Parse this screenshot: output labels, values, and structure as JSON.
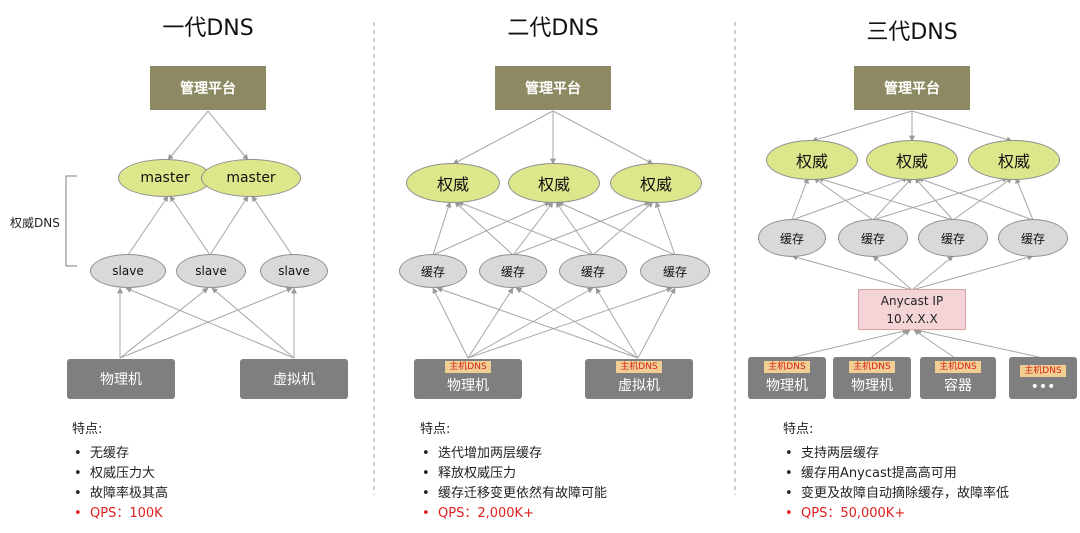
{
  "columns": [
    {
      "title": "一代DNS",
      "mgmt": "管理平台",
      "auth_nodes": [
        "master",
        "master"
      ],
      "slave_nodes": [
        "slave",
        "slave",
        "slave"
      ],
      "side_label": "权威DNS",
      "hosts": [
        {
          "label": "物理机"
        },
        {
          "label": "虚拟机"
        }
      ],
      "features_title": "特点:",
      "features": [
        "无缓存",
        "权威压力大",
        "故障率极其高",
        "QPS：100K"
      ]
    },
    {
      "title": "二代DNS",
      "mgmt": "管理平台",
      "auth_nodes": [
        "权威",
        "权威",
        "权威"
      ],
      "cache_nodes": [
        "缓存",
        "缓存",
        "缓存",
        "缓存"
      ],
      "hosts": [
        {
          "tag": "主机DNS",
          "label": "物理机"
        },
        {
          "tag": "主机DNS",
          "label": "虚拟机"
        }
      ],
      "features_title": "特点:",
      "features": [
        "迭代增加两层缓存",
        "释放权威压力",
        "缓存迁移变更依然有故障可能",
        "QPS：2,000K+"
      ]
    },
    {
      "title": "三代DNS",
      "mgmt": "管理平台",
      "auth_nodes": [
        "权威",
        "权威",
        "权威"
      ],
      "cache_nodes": [
        "缓存",
        "缓存",
        "缓存",
        "缓存"
      ],
      "anycast": {
        "line1": "Anycast IP",
        "line2": "10.X.X.X"
      },
      "hosts": [
        {
          "tag": "主机DNS",
          "label": "物理机"
        },
        {
          "tag": "主机DNS",
          "label": "物理机"
        },
        {
          "tag": "主机DNS",
          "label": "容器"
        },
        {
          "tag": "主机DNS",
          "label": "•••"
        }
      ],
      "features_title": "特点:",
      "features": [
        "支持两层缓存",
        "缓存用Anycast提高高可用",
        "变更及故障自动摘除缓存，故障率低",
        "QPS：50,000K+"
      ]
    }
  ],
  "colors": {
    "mgmt": "#8d8a63",
    "auth": "#dde68a",
    "cache": "#d9d9d9",
    "host": "#7f7f7f",
    "tag": "#f1cf93",
    "anycast": "#f4d4d6",
    "qps": "#e02020"
  }
}
